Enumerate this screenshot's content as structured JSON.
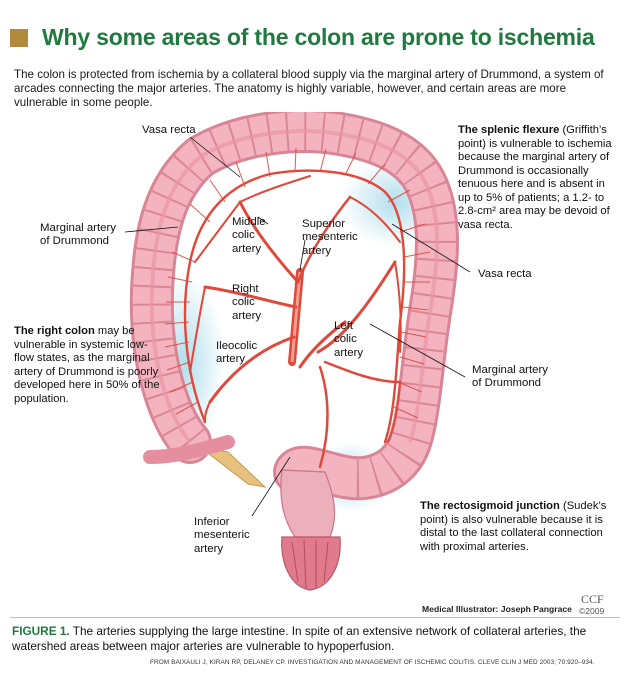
{
  "title": "Why some areas of the colon are prone to ischemia",
  "intro": "The colon is protected from ischemia by a collateral blood supply via the marginal artery of Drummond, a system of arcades connecting the major arteries. The anatomy is highly variable, however, and certain areas are more vulnerable in some people.",
  "labels": {
    "vasa_recta_top": "Vasa recta",
    "marginal_left": "Marginal artery\nof Drummond",
    "middle_colic": "Middle\ncolic\nartery",
    "superior_mesenteric": "Superior\nmesenteric\nartery",
    "right_colic": "Right\ncolic\nartery",
    "ileocolic": "Ileocolic\nartery",
    "left_colic": "Left\ncolic\nartery",
    "vasa_recta_right": "Vasa recta",
    "marginal_right": "Marginal artery\nof Drummond",
    "inferior_mesenteric": "Inferior\nmesenteric\nartery"
  },
  "notes": {
    "splenic": {
      "bold": "The splenic flexure",
      "text": " (Griffith’s point) is vulnerable to ischemia because the marginal artery of Drummond is occasionally tenuous here and is absent in up to 5% of patients; a 1.2- to 2.8-cm² area may be devoid of vasa recta."
    },
    "right_colon": {
      "bold": "The right colon",
      "text": " may be vulnerable in systemic low-flow states, as the marginal artery of Drummond is poorly developed here in 50% of the population."
    },
    "rectosigmoid": {
      "bold": "The rectosigmoid junction",
      "text": " (Sudek’s point) is also vulnerable because it is distal to the last collateral connection with proximal arteries."
    }
  },
  "illustrator": "Medical Illustrator: Joseph Pangrace",
  "ccf": "CCF",
  "ccf_year": "©2009",
  "caption": {
    "fig": "FIGURE 1.",
    "text": " The arteries supplying the large intestine. In spite of an extensive network of collateral arteries, the watershed areas between major arteries are vulnerable to hypoperfusion."
  },
  "source": "FROM BAIXAULI J, KIRAN RP, DELANEY CP. INVESTIGATION AND MANAGEMENT OF ISCHEMIC COLITIS. CLEVE CLIN J MED 2003; 70:920–934.",
  "colors": {
    "title": "#1f7a3f",
    "accent": "#b28a3c",
    "colon": "#f2aebb",
    "artery": "#e0483a",
    "ischemia_glow": "#bfe4ef"
  }
}
